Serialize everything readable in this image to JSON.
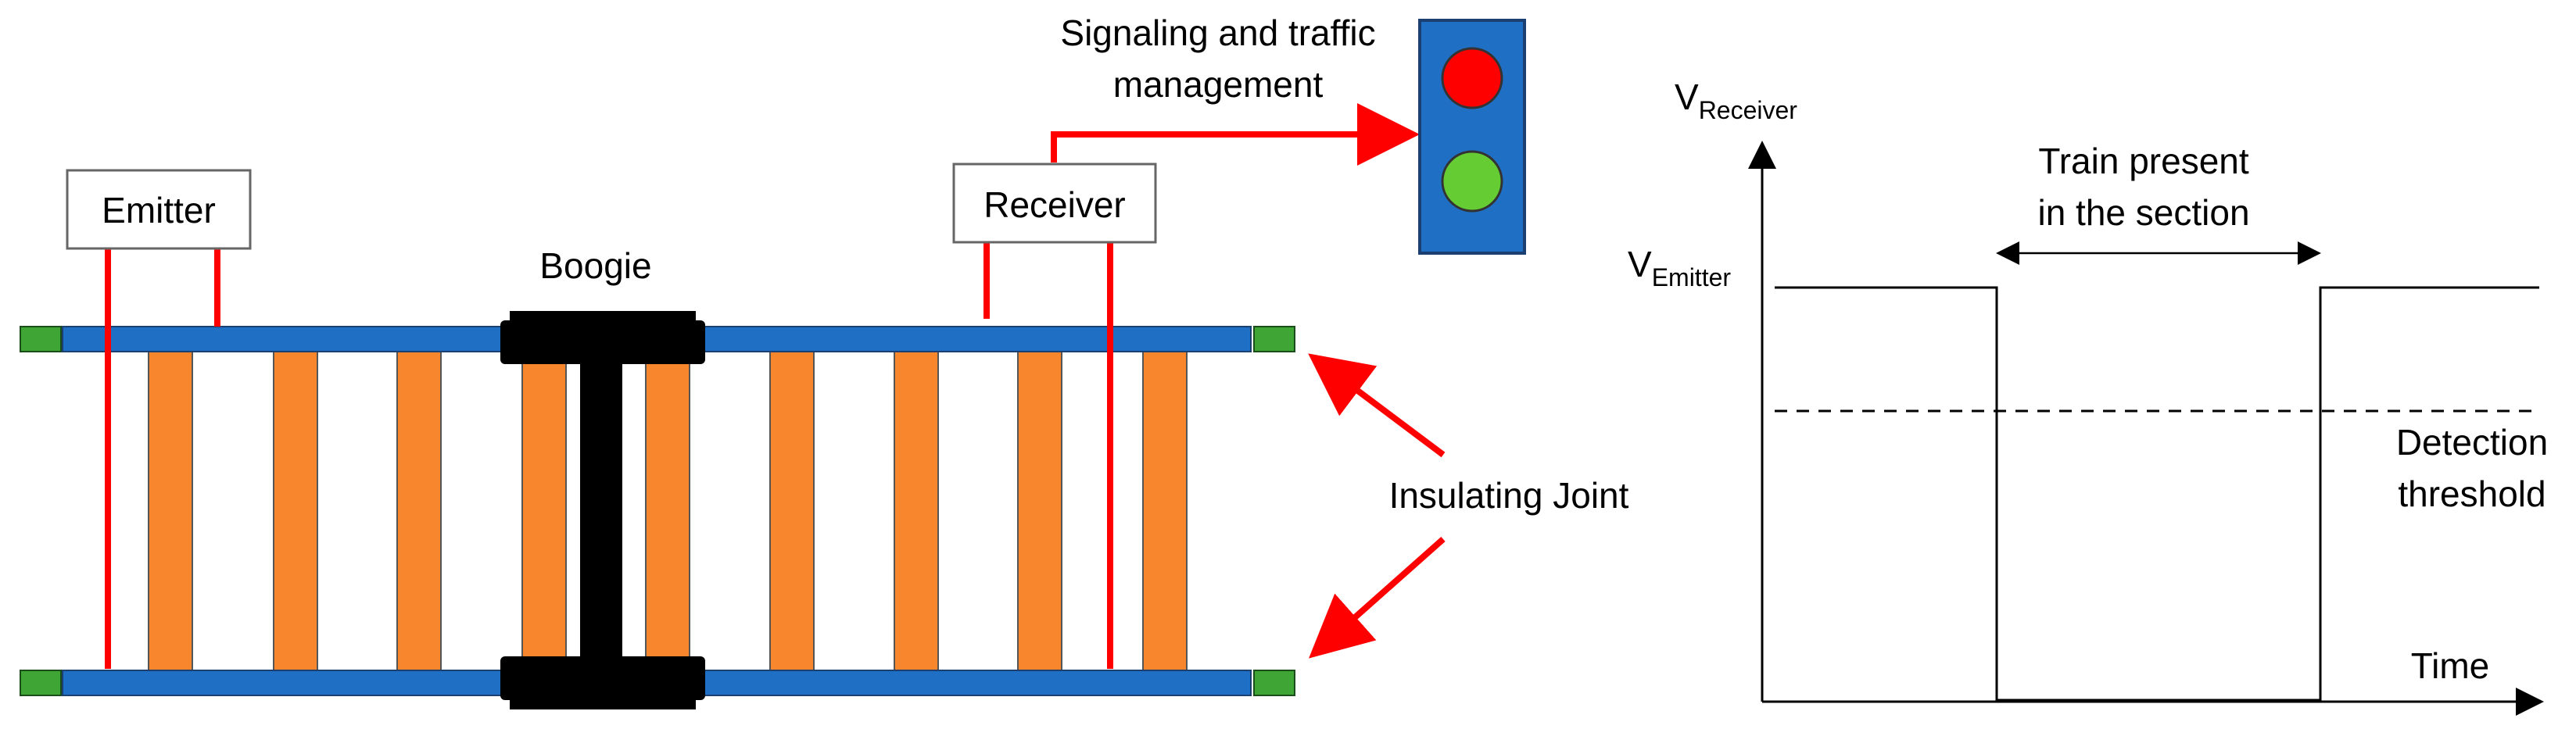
{
  "labels": {
    "emitter": "Emitter",
    "receiver": "Receiver",
    "boogie": "Boogie",
    "signaling_line1": "Signaling and traffic",
    "signaling_line2": "management",
    "insulating_joint": "Insulating Joint"
  },
  "graph": {
    "v_receiver_main": "V",
    "v_receiver_sub": "Receiver",
    "v_emitter_main": "V",
    "v_emitter_sub": "Emitter",
    "train_line1": "Train present",
    "train_line2": "in the section",
    "threshold_line1": "Detection",
    "threshold_line2": "threshold",
    "time": "Time"
  },
  "colors": {
    "rail": "#1f6fc5",
    "sleeper": "#f7862d",
    "joint": "#3fa535",
    "wire": "#ff0000",
    "signal_body": "#1f6fc5",
    "signal_red": "#ff0000",
    "signal_green": "#66cc33",
    "boogie": "#000000"
  }
}
